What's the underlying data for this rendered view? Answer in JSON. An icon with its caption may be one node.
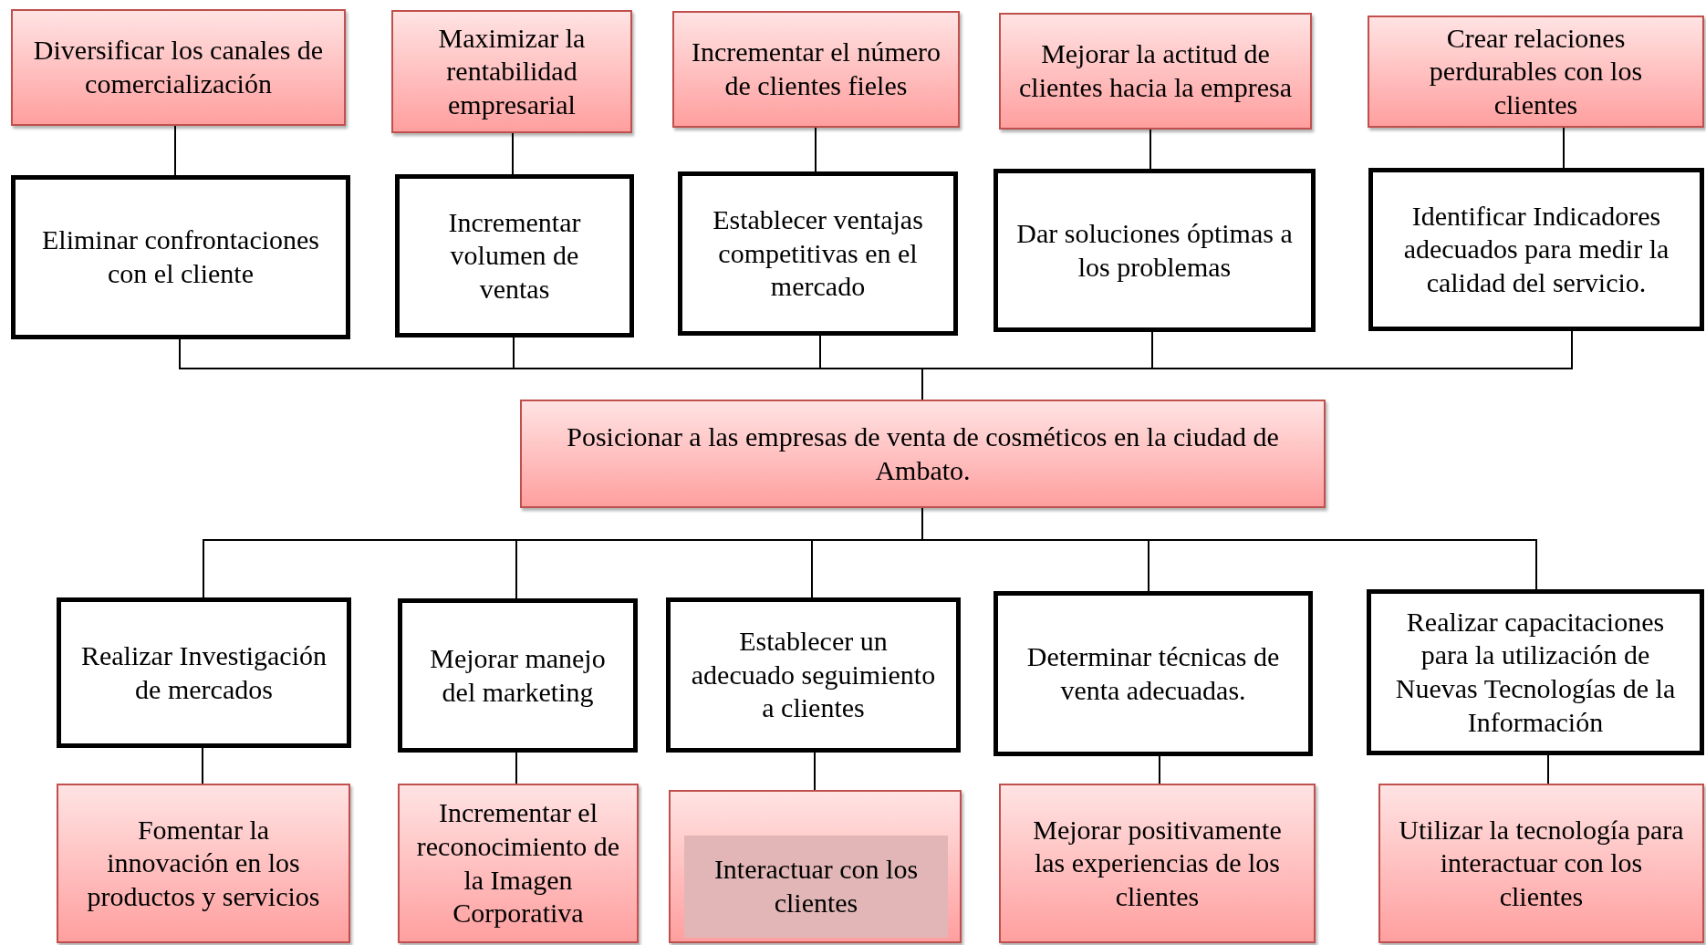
{
  "diagram": {
    "nodes": [
      {
        "text": [
          "Diversificar los canales de comercialización"
        ]
      },
      {
        "text": [
          "Maximizar la rentabilidad empresarial"
        ]
      },
      {
        "text": [
          "Incrementar el número de clientes fieles"
        ]
      },
      {
        "text": [
          "Mejorar la actitud  de clientes hacia la empresa"
        ]
      },
      {
        "text": [
          "Crear relaciones perdurables con los clientes"
        ]
      },
      {
        "text": [
          "Eliminar confrontaciones con el cliente"
        ]
      },
      {
        "text": [
          "Incrementar volumen de ventas"
        ]
      },
      {
        "text": [
          "Establecer ventajas competitivas en el mercado"
        ]
      },
      {
        "text": [
          "Dar soluciones óptimas a los problemas"
        ]
      },
      {
        "text": [
          "Identificar Indicadores adecuados para medir la calidad del servicio."
        ]
      },
      {
        "text": [
          "Posicionar a las empresas de venta de cosméticos en la ciudad de Ambato."
        ]
      },
      {
        "text": [
          "Realizar Investigación de mercados"
        ]
      },
      {
        "text": [
          "Mejorar manejo del marketing"
        ]
      },
      {
        "text": [
          "Establecer un adecuado seguimiento a clientes"
        ]
      },
      {
        "text": [
          "Determinar técnicas de venta adecuadas."
        ]
      },
      {
        "text": [
          "Realizar capacitaciones para la utilización de Nuevas Tecnologías de la Información"
        ]
      },
      {
        "text": [
          "Fomentar la innovación en los productos y servicios"
        ]
      },
      {
        "text": [
          "Incrementar el reconocimiento de la Imagen Corporativa"
        ]
      },
      {
        "text": [],
        "shape": "box"
      },
      {
        "text": [
          "Interactuar con los clientes"
        ],
        "in": 18
      },
      {
        "text": [
          "Mejorar positivamente las experiencias de los clientes"
        ]
      },
      {
        "text": [
          "Utilizar la tecnología para interactuar con los clientes"
        ]
      }
    ],
    "edges": [
      {
        "from": 0,
        "to": 5,
        "arrow": "none"
      },
      {
        "from": 1,
        "to": 6,
        "arrow": "none"
      },
      {
        "from": 2,
        "to": 7,
        "arrow": "none"
      },
      {
        "from": 3,
        "to": 8,
        "arrow": "none"
      },
      {
        "from": 4,
        "to": 9,
        "arrow": "none"
      },
      {
        "from": 5,
        "to": 10,
        "arrow": "none"
      },
      {
        "from": 6,
        "to": 10,
        "arrow": "none"
      },
      {
        "from": 7,
        "to": 10,
        "arrow": "none"
      },
      {
        "from": 8,
        "to": 10,
        "arrow": "none"
      },
      {
        "from": 9,
        "to": 10,
        "arrow": "none"
      },
      {
        "from": 10,
        "to": 11,
        "arrow": "none"
      },
      {
        "from": 10,
        "to": 12,
        "arrow": "none"
      },
      {
        "from": 10,
        "to": 13,
        "arrow": "none"
      },
      {
        "from": 10,
        "to": 14,
        "arrow": "none"
      },
      {
        "from": 10,
        "to": 15,
        "arrow": "none"
      },
      {
        "from": 11,
        "to": 16,
        "arrow": "none"
      },
      {
        "from": 12,
        "to": 17,
        "arrow": "none"
      },
      {
        "from": 13,
        "to": 18,
        "arrow": "none"
      },
      {
        "from": 14,
        "to": 20,
        "arrow": "none"
      },
      {
        "from": 15,
        "to": 21,
        "arrow": "none"
      }
    ]
  }
}
